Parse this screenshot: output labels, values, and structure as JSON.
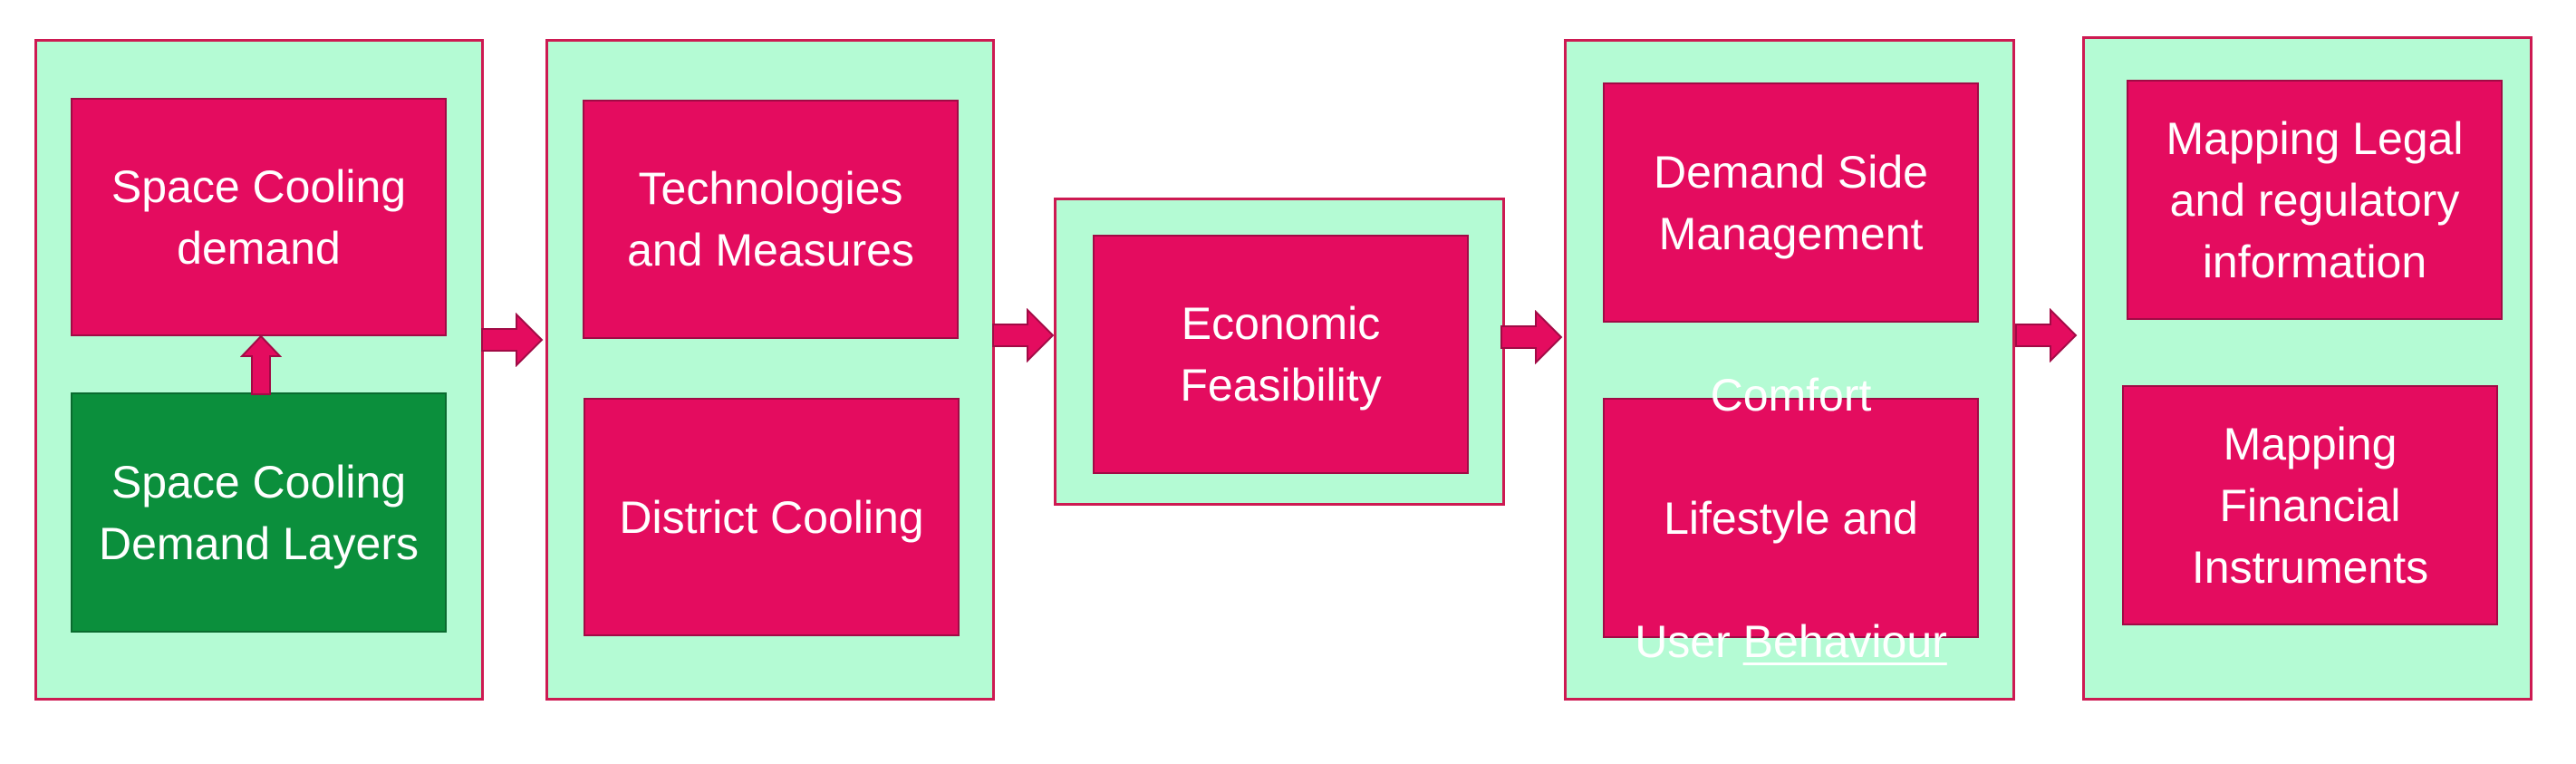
{
  "colors": {
    "panel_fill": "#b4fbd4",
    "panel_border": "#cd1a52",
    "box_fill": "#e40c5f",
    "box_green": "#0b8f3c",
    "arrow": "#e40c5f"
  },
  "stage1": {
    "top": "Space Cooling\ndemand",
    "bottom": "Space Cooling\nDemand Layers"
  },
  "stage2": {
    "top": "Technologies\nand Measures",
    "bottom": "District Cooling"
  },
  "stage3": {
    "box": "Economic\nFeasibility"
  },
  "stage4": {
    "top": "Demand Side\nManagement",
    "bottom_line1": "Comfort",
    "bottom_line2": "Lifestyle and",
    "bottom_line3a": "User ",
    "bottom_line3b": "Behaviour"
  },
  "stage5": {
    "top": "Mapping Legal\nand regulatory\ninformation",
    "bottom": "Mapping\nFinancial\nInstruments"
  }
}
